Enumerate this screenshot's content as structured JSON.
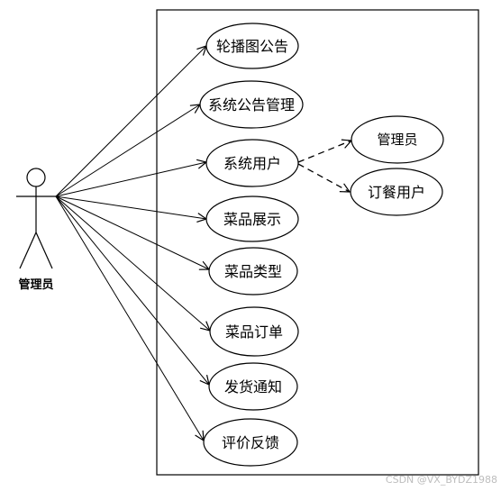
{
  "actor": {
    "label": "管理员"
  },
  "use_cases": [
    "轮播图公告",
    "系统公告管理",
    "系统用户",
    "菜品展示",
    "菜品类型",
    "菜品订单",
    "发货通知",
    "评价反馈"
  ],
  "extensions": {
    "parent": "系统用户",
    "children": [
      "管理员",
      "订餐用户"
    ]
  },
  "colors": {
    "line": "#000000",
    "background": "#ffffff",
    "watermark": "#bdbdbd"
  },
  "watermark": "CSDN @VX_BYDZ1988"
}
